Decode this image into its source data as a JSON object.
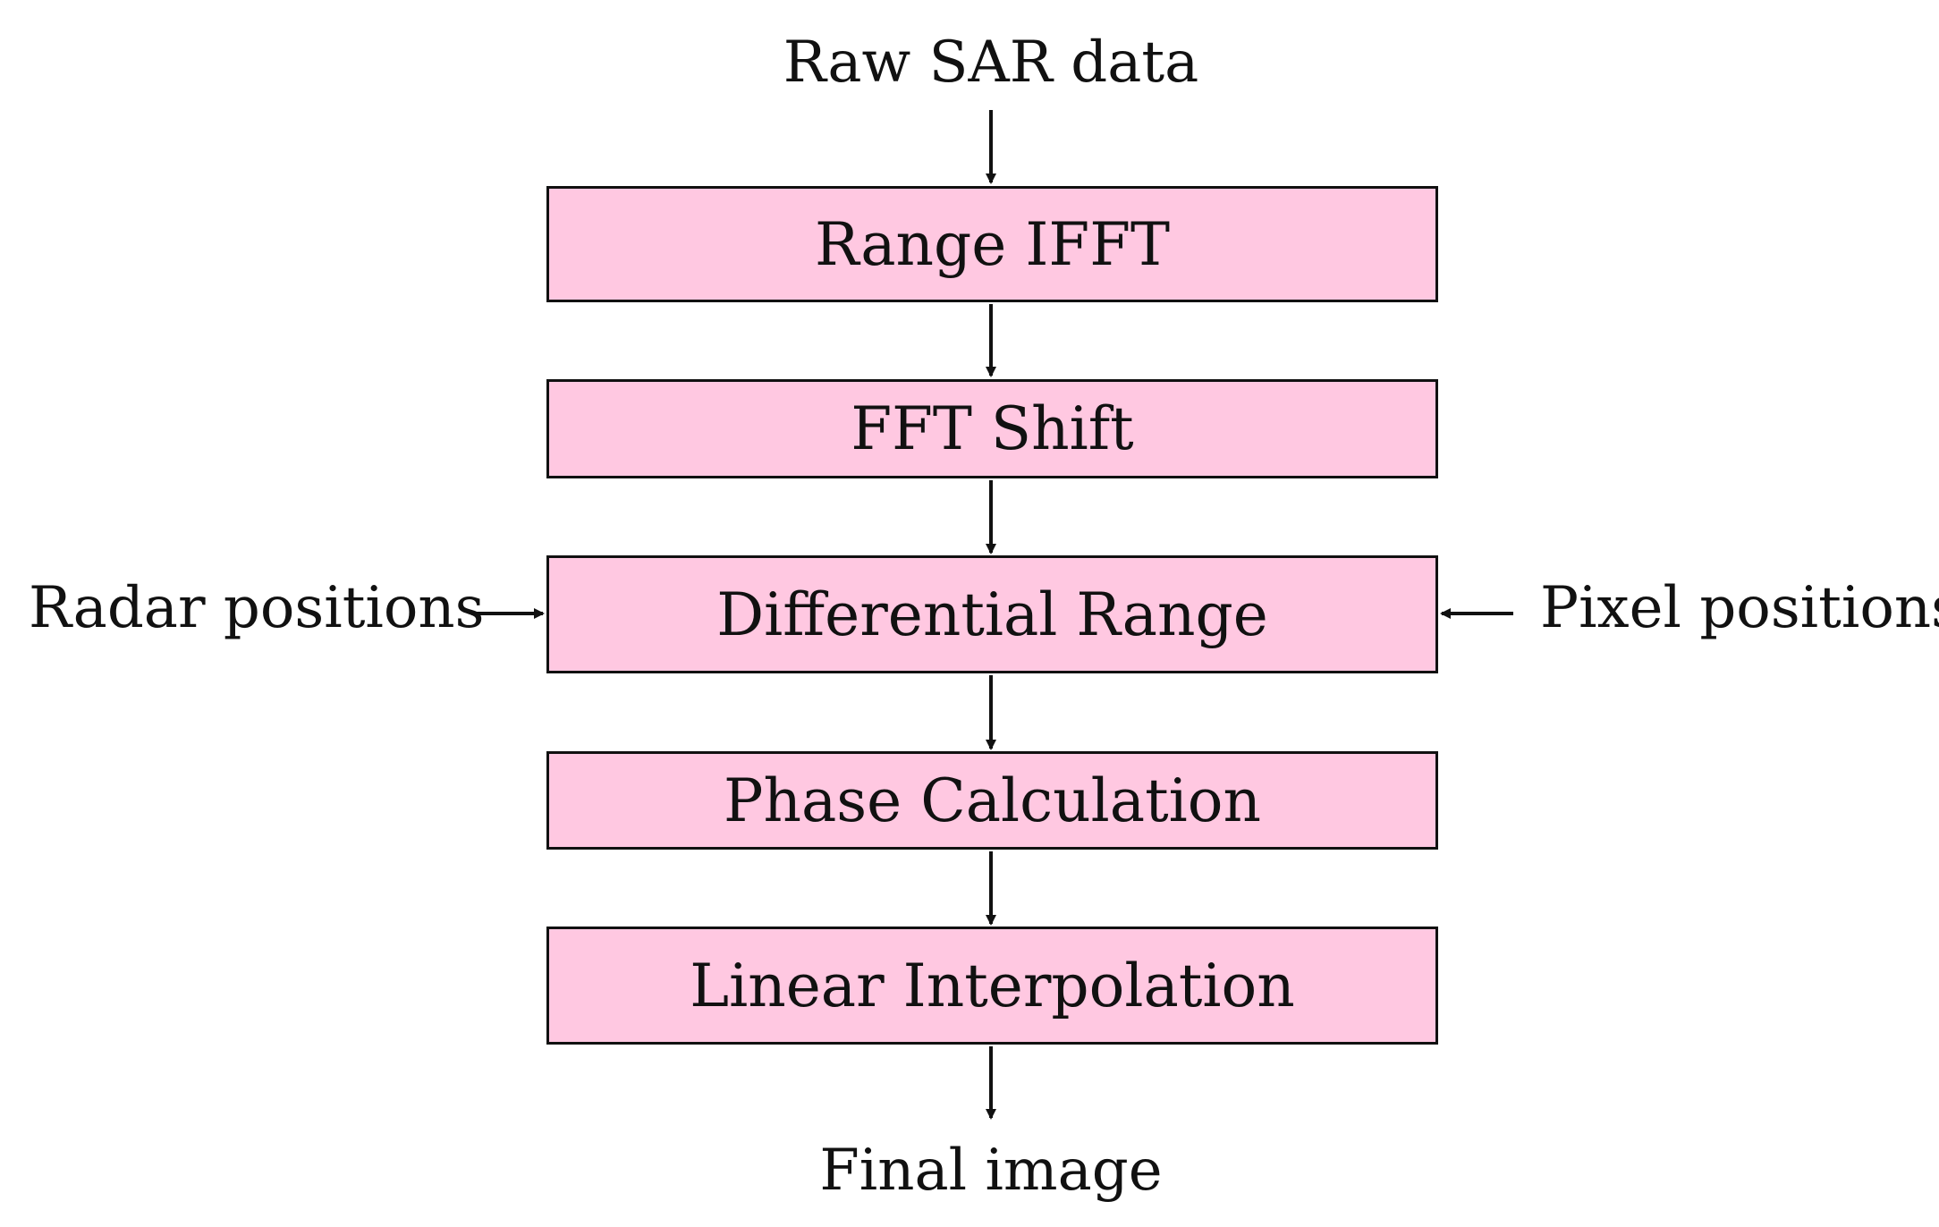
{
  "input_label": "Raw SAR data",
  "steps": [
    "Range IFFT",
    "FFT Shift",
    "Differential Range",
    "Phase Calculation",
    "Linear Interpolation"
  ],
  "side_inputs": {
    "left": "Radar positions",
    "right": "Pixel positions"
  },
  "output_label": "Final image",
  "colors": {
    "box_fill": "#ffc8e1",
    "stroke": "#111111"
  }
}
